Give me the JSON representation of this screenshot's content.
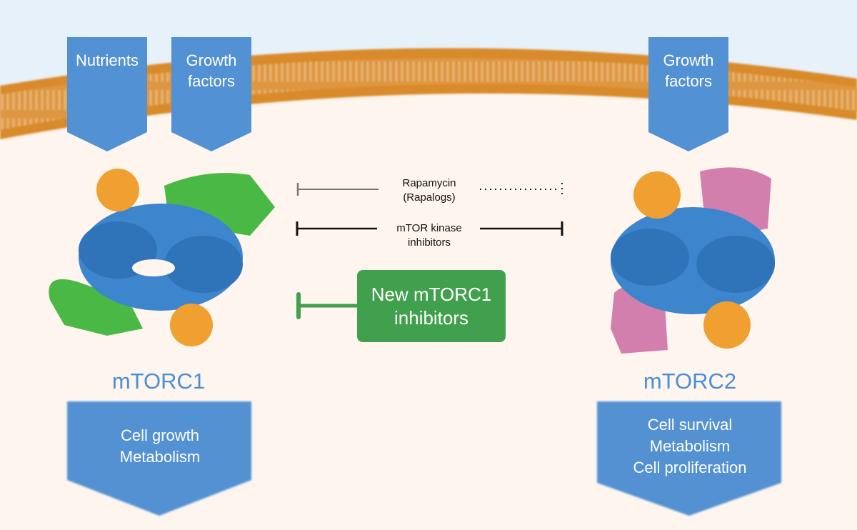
{
  "diagram": {
    "inputs": {
      "mtorc1": [
        {
          "label_lines": [
            "Nutrients"
          ]
        },
        {
          "label_lines": [
            "Growth",
            "factors"
          ]
        }
      ],
      "mtorc2": [
        {
          "label_lines": [
            "Growth",
            "factors"
          ]
        }
      ]
    },
    "complexes": {
      "mtorc1": {
        "name": "mTORC1",
        "outputs": [
          "Cell growth",
          "Metabolism"
        ]
      },
      "mtorc2": {
        "name": "mTORC2",
        "outputs": [
          "Cell survival",
          "Metabolism",
          "Cell proliferation"
        ]
      }
    },
    "inhibitors": {
      "rapamycin": {
        "lines": [
          "Rapamycin",
          "(Rapalogs)"
        ]
      },
      "kinase": {
        "lines": [
          "mTOR kinase",
          "inhibitors"
        ]
      },
      "new": {
        "lines": [
          "New mTORC1",
          "inhibitors"
        ]
      }
    },
    "colors": {
      "arrow_blue": "#5291d3",
      "title_blue": "#4a8fd4",
      "membrane_orange": "#d98a2b",
      "green_inhibitor": "#41a04d",
      "protein_orange": "#f0a030",
      "protein_green": "#4ab845",
      "protein_pink": "#d27fae",
      "sky": "#e7f1f9",
      "cytoplasm": "#fdf5ee"
    }
  }
}
